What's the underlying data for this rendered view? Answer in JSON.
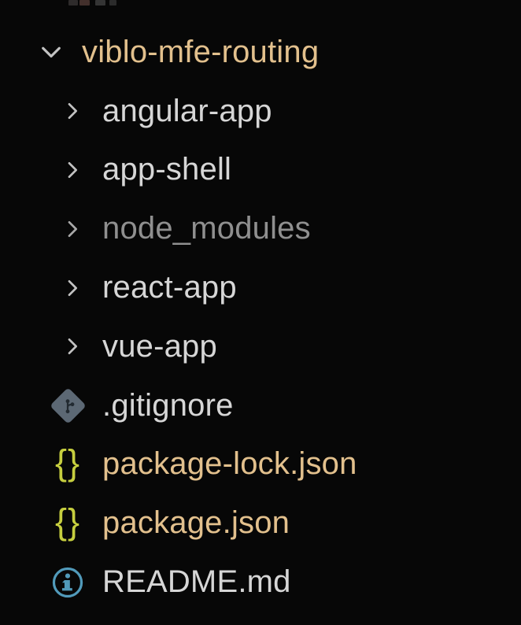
{
  "colors": {
    "background": "#070707",
    "modified_tan": "#e2c08d",
    "text_default": "#d6d6d6",
    "text_ignored": "#8f8f8f",
    "chevron": "#c2c2c2",
    "json_icon": "#c6ce3f",
    "info_icon": "#519aba",
    "git_icon_bg": "#5c6874",
    "git_icon_glyph": "#222a31"
  },
  "icons": {
    "json_braces": "{}"
  },
  "tree": {
    "items": [
      {
        "label": "viblo-mfe-routing",
        "type": "folder",
        "state": "expanded",
        "icon": "chevron-down-icon",
        "color": "modified"
      },
      {
        "label": "angular-app",
        "type": "folder",
        "state": "collapsed",
        "icon": "chevron-right-icon",
        "color": "default"
      },
      {
        "label": "app-shell",
        "type": "folder",
        "state": "collapsed",
        "icon": "chevron-right-icon",
        "color": "default"
      },
      {
        "label": "node_modules",
        "type": "folder",
        "state": "collapsed",
        "icon": "chevron-right-icon",
        "color": "ignored"
      },
      {
        "label": "react-app",
        "type": "folder",
        "state": "collapsed",
        "icon": "chevron-right-icon",
        "color": "default"
      },
      {
        "label": "vue-app",
        "type": "folder",
        "state": "collapsed",
        "icon": "chevron-right-icon",
        "color": "default"
      },
      {
        "label": ".gitignore",
        "type": "file",
        "icon": "git-icon",
        "color": "default"
      },
      {
        "label": "package-lock.json",
        "type": "file",
        "icon": "json-icon",
        "color": "modified"
      },
      {
        "label": "package.json",
        "type": "file",
        "icon": "json-icon",
        "color": "modified"
      },
      {
        "label": "README.md",
        "type": "file",
        "icon": "info-icon",
        "color": "default"
      }
    ]
  }
}
